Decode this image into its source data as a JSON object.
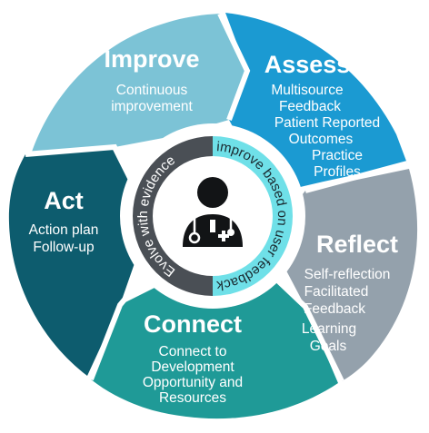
{
  "diagram": {
    "segments": [
      {
        "id": "improve",
        "title": "Improve",
        "lines": [
          "Continuous",
          "improvement"
        ],
        "color": "#7cc3d6"
      },
      {
        "id": "assess",
        "title": "Assess",
        "lines": [
          "Multisource",
          "Feedback",
          "Patient Reported",
          "Outcomes",
          "Practice",
          "Profiles"
        ],
        "color": "#1b9ad2"
      },
      {
        "id": "reflect",
        "title": "Reflect",
        "lines": [
          "Self-reflection",
          "Facilitated",
          "Feedback",
          "Learning",
          "Goals"
        ],
        "color": "#94a1ac"
      },
      {
        "id": "connect",
        "title": "Connect",
        "lines": [
          "Connect to",
          "Development",
          "Opportunity and",
          "Resources"
        ],
        "color": "#1f9a97"
      },
      {
        "id": "act",
        "title": "Act",
        "lines": [
          "Action plan",
          "Follow-up"
        ],
        "color": "#0d5c6e"
      }
    ],
    "inner_ring": {
      "left_text": "Evolve with evidence",
      "right_text": "improve based on user feedback",
      "left_color": "#4a4f55",
      "right_color": "#6fe0e8"
    },
    "center_icon": "doctor-icon"
  }
}
